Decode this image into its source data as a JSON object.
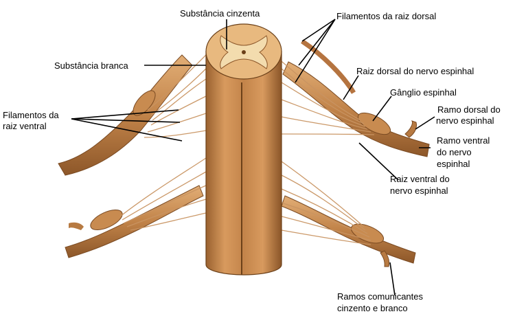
{
  "labels": {
    "substancia_cinzenta": "Substância cinzenta",
    "filamentos_raiz_dorsal": "Filamentos da raiz dorsal",
    "substancia_branca": "Substância branca",
    "raiz_dorsal_nervo": "Raiz dorsal do nervo espinhal",
    "ganglio_espinhal": "Gânglio espinhal",
    "filamentos_raiz_ventral_1": "Filamentos da",
    "filamentos_raiz_ventral_2": "raiz ventral",
    "ramo_dorsal_1": "Ramo dorsal do",
    "ramo_dorsal_2": "nervo espinhal",
    "ramo_ventral_1": "Ramo ventral",
    "ramo_ventral_2": "do nervo",
    "ramo_ventral_3": "espinhal",
    "raiz_ventral_nervo_1": "Raiz ventral do",
    "raiz_ventral_nervo_2": "nervo espinhal",
    "ramos_comunicantes_1": "Ramos comunicantes",
    "ramos_comunicantes_2": "cinzento e branco"
  },
  "colors": {
    "cord": "#c98b52",
    "cord_shadow": "#8a5528",
    "cord_light": "#e7b57c",
    "gray_matter": "#f0d9a8",
    "nerve": "#b57440",
    "nerve_light": "#deaa72",
    "leader": "#000000"
  }
}
